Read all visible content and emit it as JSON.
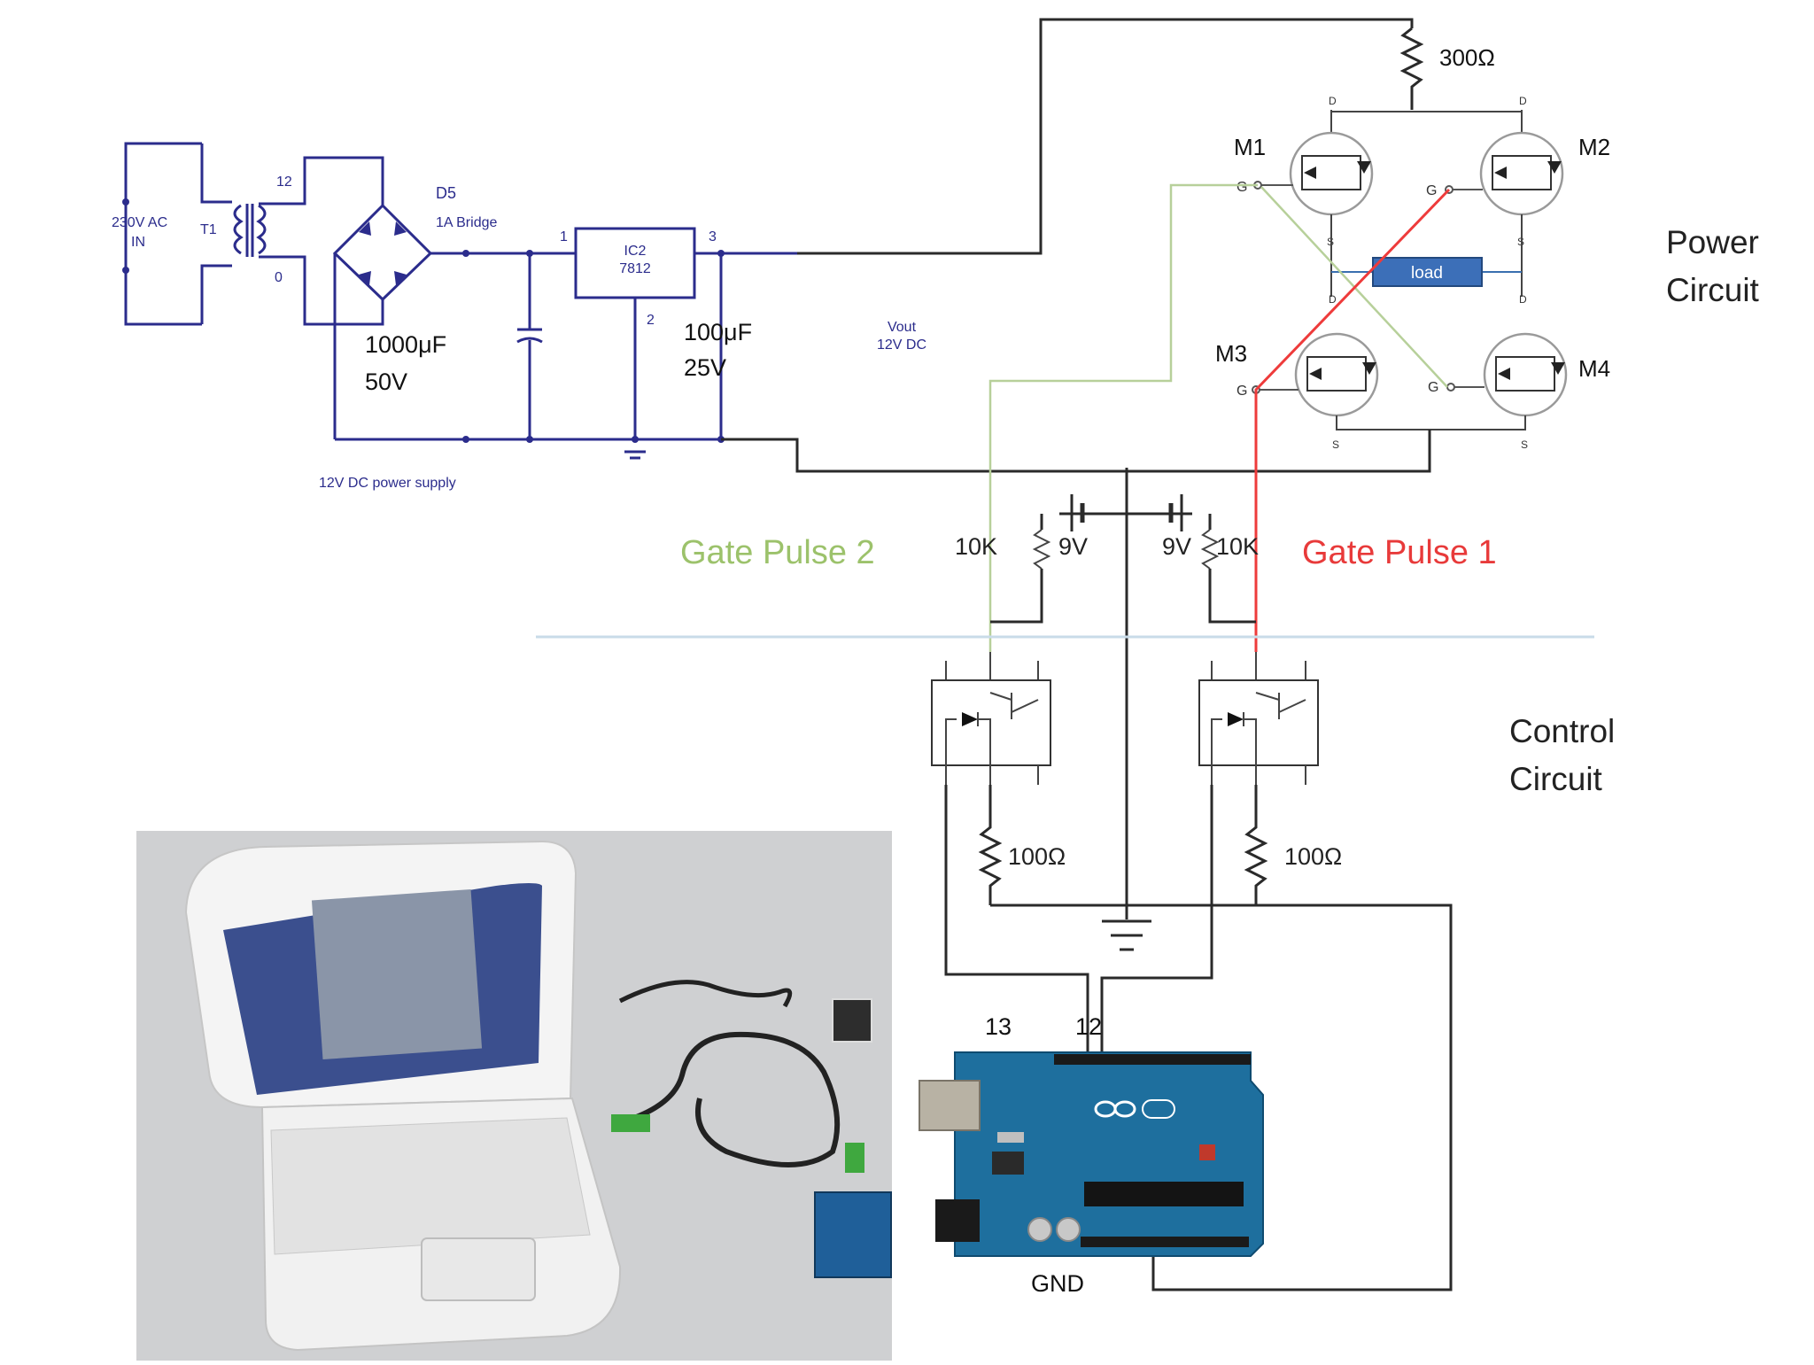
{
  "power_supply": {
    "input_label": "230V AC",
    "input_label_2": "IN",
    "transformer": "T1",
    "tap_top": "12",
    "tap_bottom": "0",
    "bridge_ref": "D5",
    "bridge_desc": "1A Bridge",
    "regulator_ref": "IC2",
    "regulator_part": "7812",
    "pin_1": "1",
    "pin_2": "2",
    "pin_3": "3",
    "cap1_value": "1000μF",
    "cap1_voltage": "50V",
    "cap2_value": "100μF",
    "cap2_voltage": "25V",
    "vout_label": "Vout",
    "vout_value": "12V DC",
    "caption": "12V DC power supply"
  },
  "power_circuit": {
    "title_line1": "Power",
    "title_line2": "Circuit",
    "top_resistor": "300Ω",
    "load_label": "load",
    "mosfets": [
      "M1",
      "M2",
      "M3",
      "M4"
    ],
    "pin_d": "D",
    "pin_g": "G",
    "pin_s": "S"
  },
  "gate_section": {
    "gate_pulse_2": "Gate Pulse 2",
    "gate_pulse_1": "Gate Pulse 1",
    "resistor_left": "10K",
    "battery_left": "9V",
    "battery_right": "9V",
    "resistor_right": "10K",
    "colors": {
      "gate_pulse_2": "#9cc26b",
      "gate_pulse_1": "#e83a3a"
    }
  },
  "control_circuit": {
    "title_line1": "Control",
    "title_line2": "Circuit",
    "resistor_left": "100Ω",
    "resistor_right": "100Ω",
    "pin_13": "13",
    "pin_12": "12",
    "gnd_label": "GND"
  }
}
